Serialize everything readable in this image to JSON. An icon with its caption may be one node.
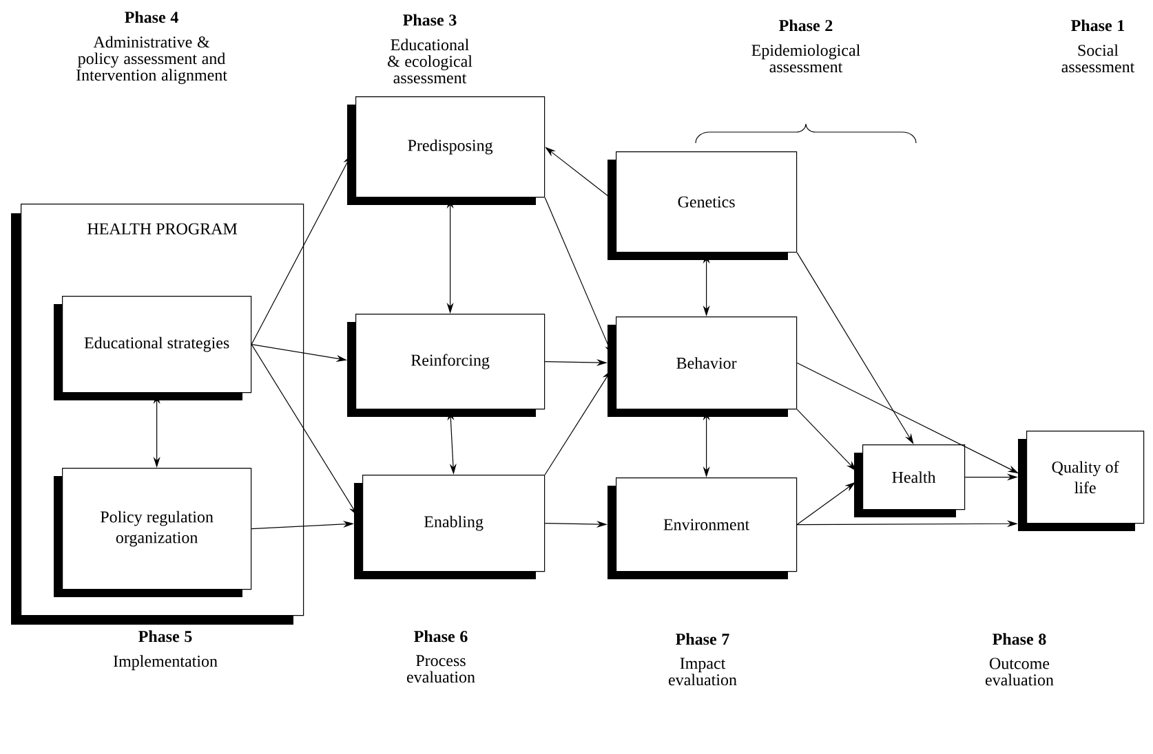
{
  "diagram": {
    "nodes": [
      {
        "text": [
          "HEALTH PROGRAM"
        ]
      },
      {
        "text": [
          "Educational strategies"
        ],
        "in": 0
      },
      {
        "text": [
          "Policy regulation organization"
        ],
        "in": 0
      },
      {
        "text": [
          "Predisposing"
        ]
      },
      {
        "text": [
          "Reinforcing"
        ]
      },
      {
        "text": [
          "Enabling"
        ]
      },
      {
        "text": [
          "Genetics"
        ]
      },
      {
        "text": [
          "Behavior"
        ]
      },
      {
        "text": [
          "Environment"
        ]
      },
      {
        "text": [
          "Health"
        ]
      },
      {
        "text": [
          "Quality of life"
        ]
      }
    ],
    "edges": [
      {
        "from": 1,
        "to": 3,
        "arrow": "to"
      },
      {
        "from": 1,
        "to": 4,
        "arrow": "to"
      },
      {
        "from": 1,
        "to": 5,
        "arrow": "to"
      },
      {
        "from": 1,
        "to": 2,
        "arrow": "both"
      },
      {
        "from": 2,
        "to": 5,
        "arrow": "to"
      },
      {
        "from": 6,
        "to": 3,
        "arrow": "to"
      },
      {
        "from": 3,
        "to": 4,
        "arrow": "both"
      },
      {
        "from": 4,
        "to": 5,
        "arrow": "both"
      },
      {
        "from": 3,
        "to": 7,
        "arrow": "to"
      },
      {
        "from": 4,
        "to": 7,
        "arrow": "to"
      },
      {
        "from": 5,
        "to": 7,
        "arrow": "to"
      },
      {
        "from": 5,
        "to": 8,
        "arrow": "to"
      },
      {
        "from": 6,
        "to": 7,
        "arrow": "both"
      },
      {
        "from": 7,
        "to": 8,
        "arrow": "both"
      },
      {
        "from": 6,
        "to": 9,
        "arrow": "to"
      },
      {
        "from": 7,
        "to": 9,
        "arrow": "to"
      },
      {
        "from": 7,
        "to": 10,
        "arrow": "to"
      },
      {
        "from": 8,
        "to": 9,
        "arrow": "to"
      },
      {
        "from": 8,
        "to": 10,
        "arrow": "to"
      },
      {
        "from": 9,
        "to": 10,
        "arrow": "to"
      }
    ],
    "labels": [
      "Phase 4",
      "Administrative & policy assessment and Intervention alignment",
      "Phase 3",
      "Educational & ecological assessment",
      "Phase 2",
      "Epidemiological assessment",
      "Phase 1",
      "Social assessment",
      "Phase 5",
      "Implementation",
      "Phase 6",
      "Process evaluation",
      "Phase 7",
      "Impact evaluation",
      "Phase 8",
      "Outcome evaluation"
    ]
  }
}
